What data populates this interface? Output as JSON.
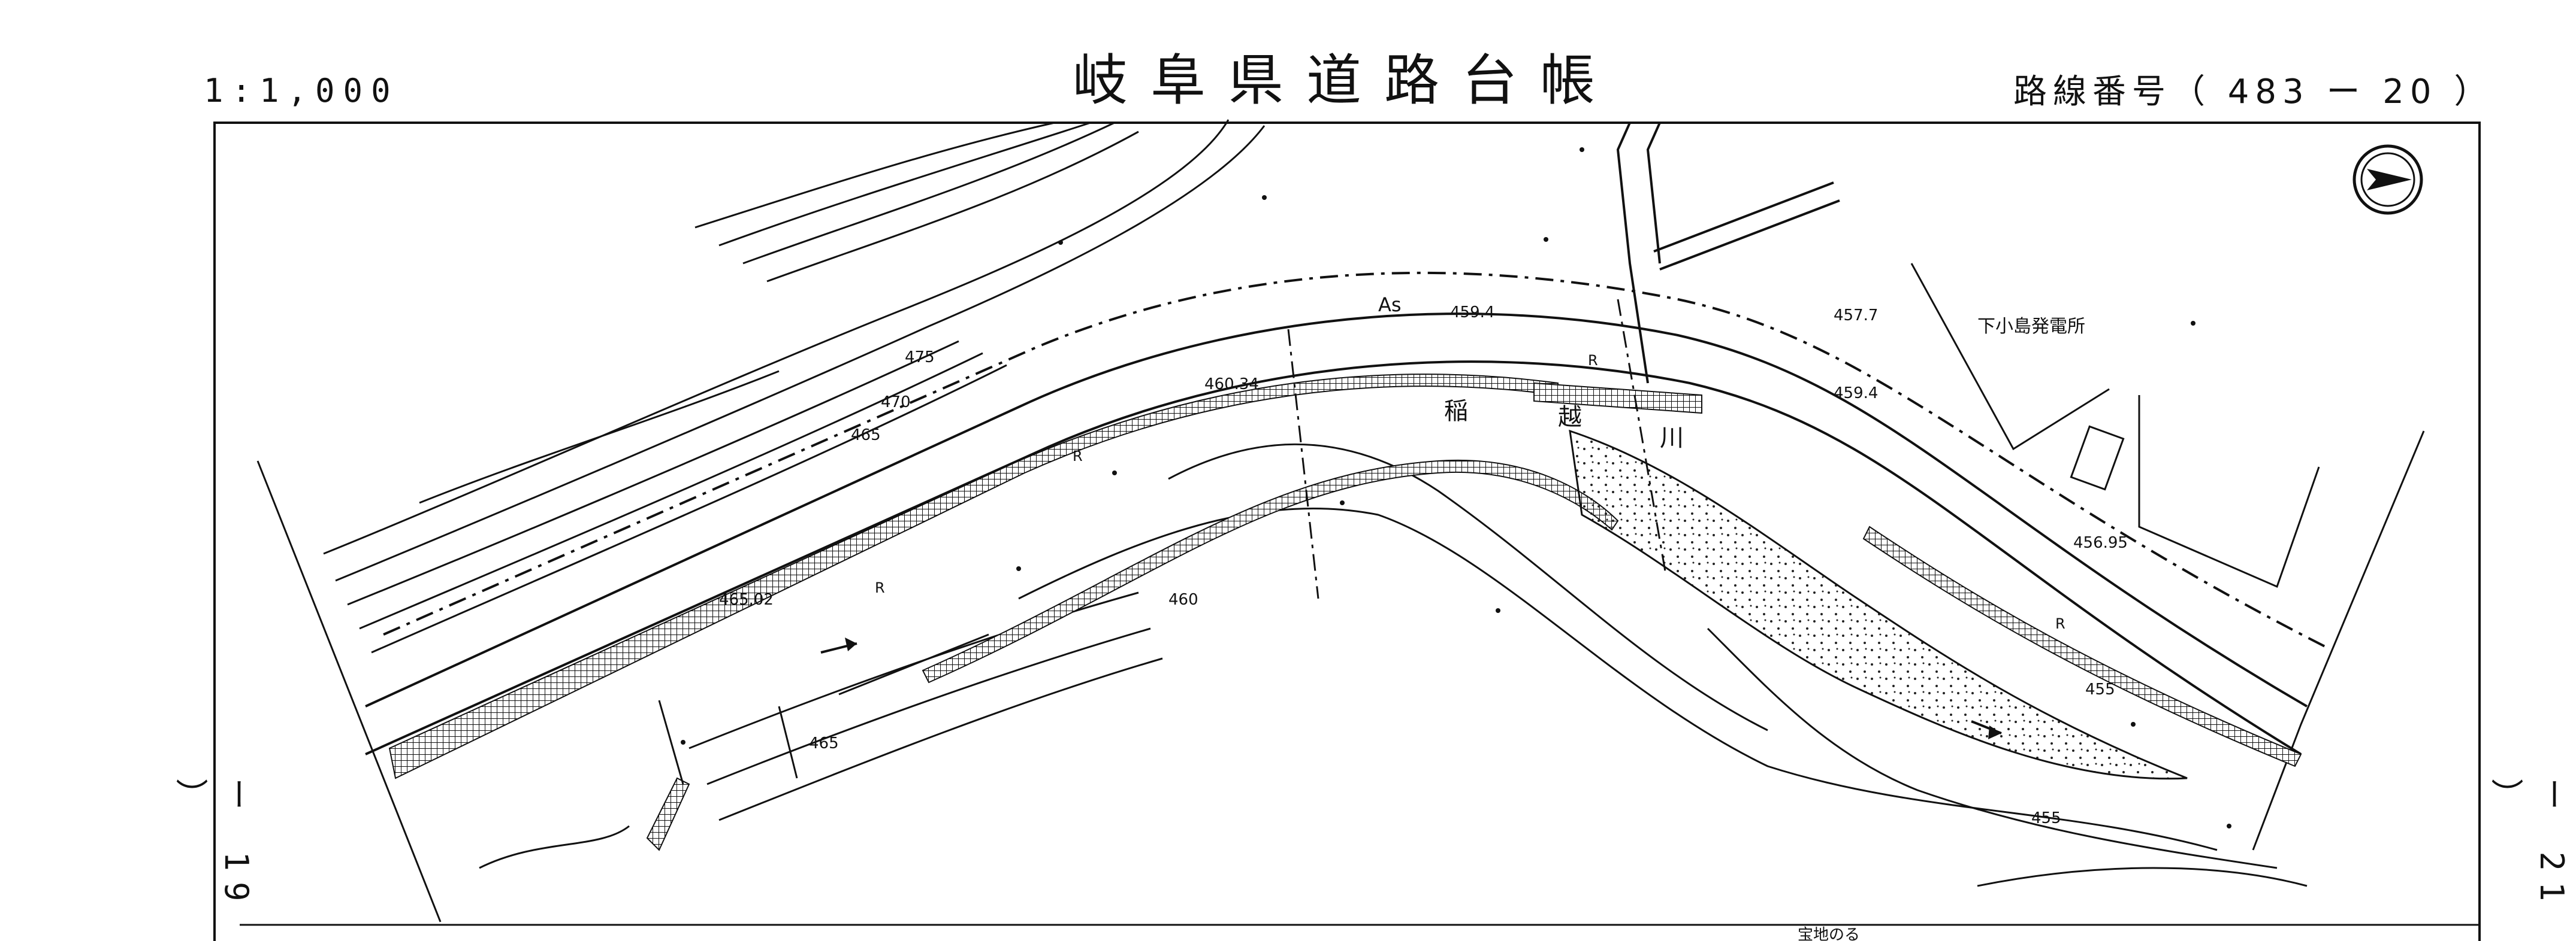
{
  "header": {
    "title": "岐阜県道路台帳",
    "scale": "1:1,000",
    "route_number": "路線番号（ 483 ー 20 ）"
  },
  "sheet_links": {
    "left": "ー 19 ）",
    "right": "ー 21 ）"
  },
  "map": {
    "facility_label": "下小島発電所",
    "river_chars": [
      "稲",
      "越",
      "川"
    ],
    "surface_label": "As",
    "spot_heights": [
      "459.4",
      "457.7",
      "459.4",
      "460.34",
      "465.02",
      "456.95"
    ],
    "contour_labels": [
      "475",
      "470",
      "465",
      "460",
      "465",
      "455",
      "455"
    ],
    "road_marks": [
      "R",
      "R",
      "R",
      "R"
    ],
    "bottom_fragment": "宝地のる"
  },
  "colors": {
    "ink": "#111111",
    "paper": "#ffffff"
  },
  "icons": [
    "north-arrow-icon",
    "flow-arrow-icon"
  ]
}
